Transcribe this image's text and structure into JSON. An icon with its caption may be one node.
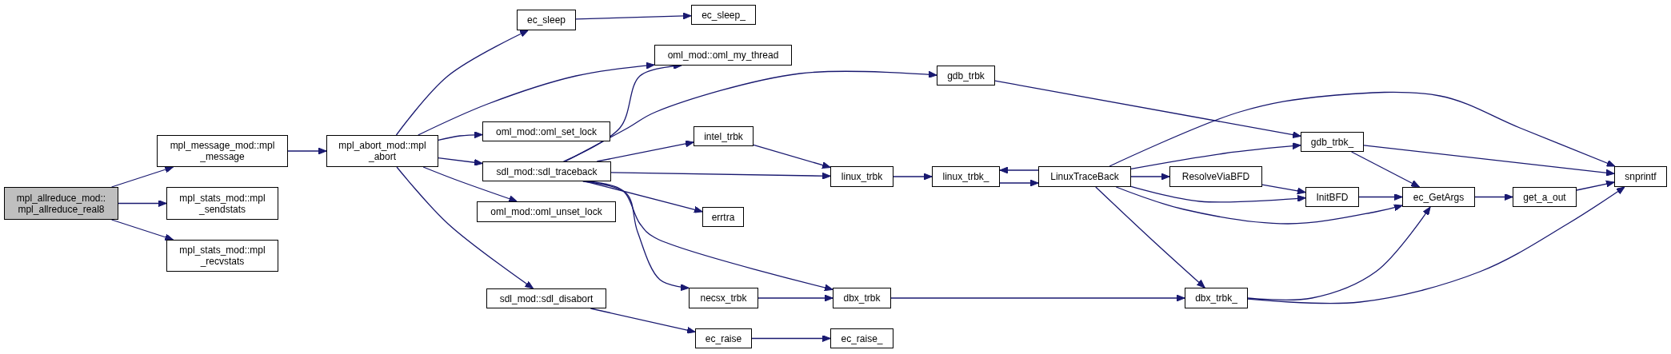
{
  "diagram": {
    "nodes": [
      {
        "text": [
          "mpl_allreduce_mod:: mpl_allreduce_real8"
        ]
      },
      {
        "text": [
          "mpl_message_mod::mpl _message"
        ]
      },
      {
        "text": [
          "mpl_stats_mod::mpl _sendstats"
        ]
      },
      {
        "text": [
          "mpl_stats_mod::mpl _recvstats"
        ]
      },
      {
        "text": [
          "mpl_abort_mod::mpl _abort"
        ]
      },
      {
        "text": [
          "ec_sleep"
        ]
      },
      {
        "text": [
          "ec_sleep_"
        ]
      },
      {
        "text": [
          "oml_mod::oml_my_thread"
        ]
      },
      {
        "text": [
          "oml_mod::oml_set_lock"
        ]
      },
      {
        "text": [
          "sdl_mod::sdl_traceback"
        ]
      },
      {
        "text": [
          "oml_mod::oml_unset_lock"
        ]
      },
      {
        "text": [
          "sdl_mod::sdl_disabort"
        ]
      },
      {
        "text": [
          "gdb_trbk"
        ]
      },
      {
        "text": [
          "intel_trbk"
        ]
      },
      {
        "text": [
          "linux_trbk"
        ]
      },
      {
        "text": [
          "errtra"
        ]
      },
      {
        "text": [
          "necsx_trbk"
        ]
      },
      {
        "text": [
          "dbx_trbk"
        ]
      },
      {
        "text": [
          "ec_raise"
        ]
      },
      {
        "text": [
          "ec_raise_"
        ]
      },
      {
        "text": [
          "linux_trbk_"
        ]
      },
      {
        "text": [
          "LinuxTraceBack"
        ]
      },
      {
        "text": [
          "gdb_trbk_"
        ]
      },
      {
        "text": [
          "ResolveViaBFD"
        ]
      },
      {
        "text": [
          "dbx_trbk_"
        ]
      },
      {
        "text": [
          "InitBFD"
        ]
      },
      {
        "text": [
          "ec_GetArgs"
        ]
      },
      {
        "text": [
          "get_a_out"
        ]
      },
      {
        "text": [
          "snprintf"
        ]
      }
    ],
    "edges": [
      {
        "from": 0,
        "to": 1,
        "arrow": "to"
      },
      {
        "from": 0,
        "to": 2,
        "arrow": "to"
      },
      {
        "from": 0,
        "to": 3,
        "arrow": "to"
      },
      {
        "from": 1,
        "to": 4,
        "arrow": "to"
      },
      {
        "from": 4,
        "to": 5,
        "arrow": "to"
      },
      {
        "from": 4,
        "to": 7,
        "arrow": "to"
      },
      {
        "from": 4,
        "to": 8,
        "arrow": "to"
      },
      {
        "from": 4,
        "to": 9,
        "arrow": "to"
      },
      {
        "from": 4,
        "to": 10,
        "arrow": "to"
      },
      {
        "from": 4,
        "to": 11,
        "arrow": "to"
      },
      {
        "from": 5,
        "to": 6,
        "arrow": "to"
      },
      {
        "from": 9,
        "to": 7,
        "arrow": "to"
      },
      {
        "from": 9,
        "to": 12,
        "arrow": "to"
      },
      {
        "from": 9,
        "to": 13,
        "arrow": "to"
      },
      {
        "from": 9,
        "to": 14,
        "arrow": "to"
      },
      {
        "from": 9,
        "to": 15,
        "arrow": "to"
      },
      {
        "from": 9,
        "to": 16,
        "arrow": "to"
      },
      {
        "from": 9,
        "to": 17,
        "arrow": "to"
      },
      {
        "from": 11,
        "to": 18,
        "arrow": "to"
      },
      {
        "from": 18,
        "to": 19,
        "arrow": "to"
      },
      {
        "from": 13,
        "to": 14,
        "arrow": "to"
      },
      {
        "from": 12,
        "to": 22,
        "arrow": "to"
      },
      {
        "from": 14,
        "to": 20,
        "arrow": "to"
      },
      {
        "from": 20,
        "to": 21,
        "arrow": "to"
      },
      {
        "from": 21,
        "to": 20,
        "arrow": "to"
      },
      {
        "from": 16,
        "to": 17,
        "arrow": "to"
      },
      {
        "from": 17,
        "to": 24,
        "arrow": "to"
      },
      {
        "from": 21,
        "to": 28,
        "arrow": "to"
      },
      {
        "from": 21,
        "to": 22,
        "arrow": "to"
      },
      {
        "from": 21,
        "to": 23,
        "arrow": "to"
      },
      {
        "from": 21,
        "to": 25,
        "arrow": "to"
      },
      {
        "from": 21,
        "to": 26,
        "arrow": "to"
      },
      {
        "from": 21,
        "to": 24,
        "arrow": "to"
      },
      {
        "from": 23,
        "to": 25,
        "arrow": "to"
      },
      {
        "from": 25,
        "to": 26,
        "arrow": "to"
      },
      {
        "from": 22,
        "to": 26,
        "arrow": "to"
      },
      {
        "from": 22,
        "to": 28,
        "arrow": "to"
      },
      {
        "from": 26,
        "to": 27,
        "arrow": "to"
      },
      {
        "from": 27,
        "to": 28,
        "arrow": "to"
      },
      {
        "from": 24,
        "to": 26,
        "arrow": "to"
      },
      {
        "from": 24,
        "to": 28,
        "arrow": "to"
      }
    ]
  }
}
